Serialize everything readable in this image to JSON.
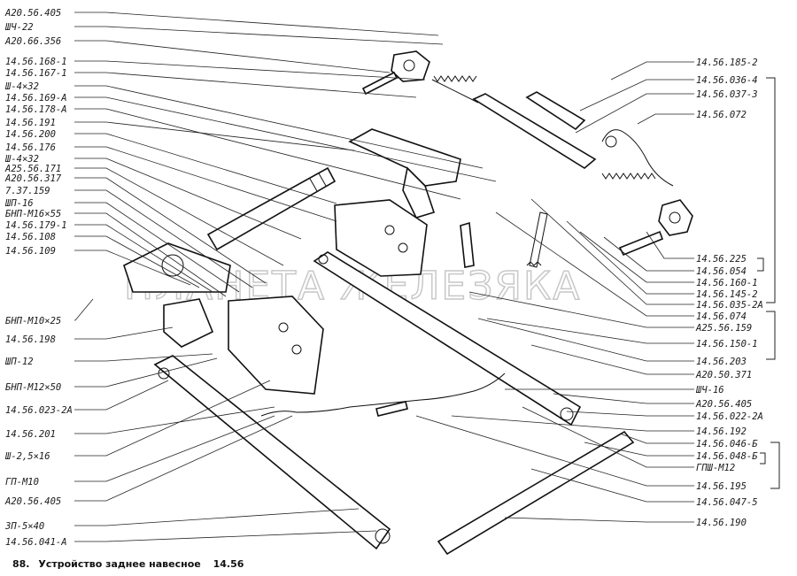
{
  "left_labels": [
    "А20.56.405",
    "ШЧ-22",
    "А20.66.356",
    "14.56.168-1",
    "14.56.167-1",
    "Ш-4×32",
    "14.56.169-А",
    "14.56.178-А",
    "14.56.191",
    "14.56.200",
    "14.56.176",
    "Ш-4×32",
    "А25.56.171",
    "А20.56.317",
    "7.37.159",
    "ШП-16",
    "БНП-М16×55",
    "14.56.179-1",
    "14.56.108",
    "14.56.109",
    "БНП-М10×25",
    "14.56.198",
    "ШП-12",
    "БНП-М12×50",
    "14.56.023-2А",
    "14.56.201",
    "Ш-2,5×16",
    "ГП-М10",
    "А20.56.405",
    "ЗП-5×40",
    "14.56.041-А"
  ],
  "right_labels": [
    "14.56.185-2",
    "14.56.036-4",
    "14.56.037-3",
    "14.56.072",
    "14.56.225",
    "14.56.054",
    "14.56.160-1",
    "14.56.145-2",
    "14.56.035-2А",
    "14.56.074",
    "А25.56.159",
    "14.56.150-1",
    "14.56.203",
    "А20.50.371",
    "ШЧ-16",
    "А20.56.405",
    "14.56.022-2А",
    "14.56.192",
    "14.56.046-Б",
    "14.56.048-Б",
    "ГПШ-М12",
    "14.56.195",
    "14.56.047-5",
    "14.56.190"
  ],
  "caption": {
    "number": "88.",
    "title": "Устройство заднее навесное",
    "code": "14.56"
  },
  "watermark": "ПЛАНЕТА ЖЕЛЕЗЯКА"
}
